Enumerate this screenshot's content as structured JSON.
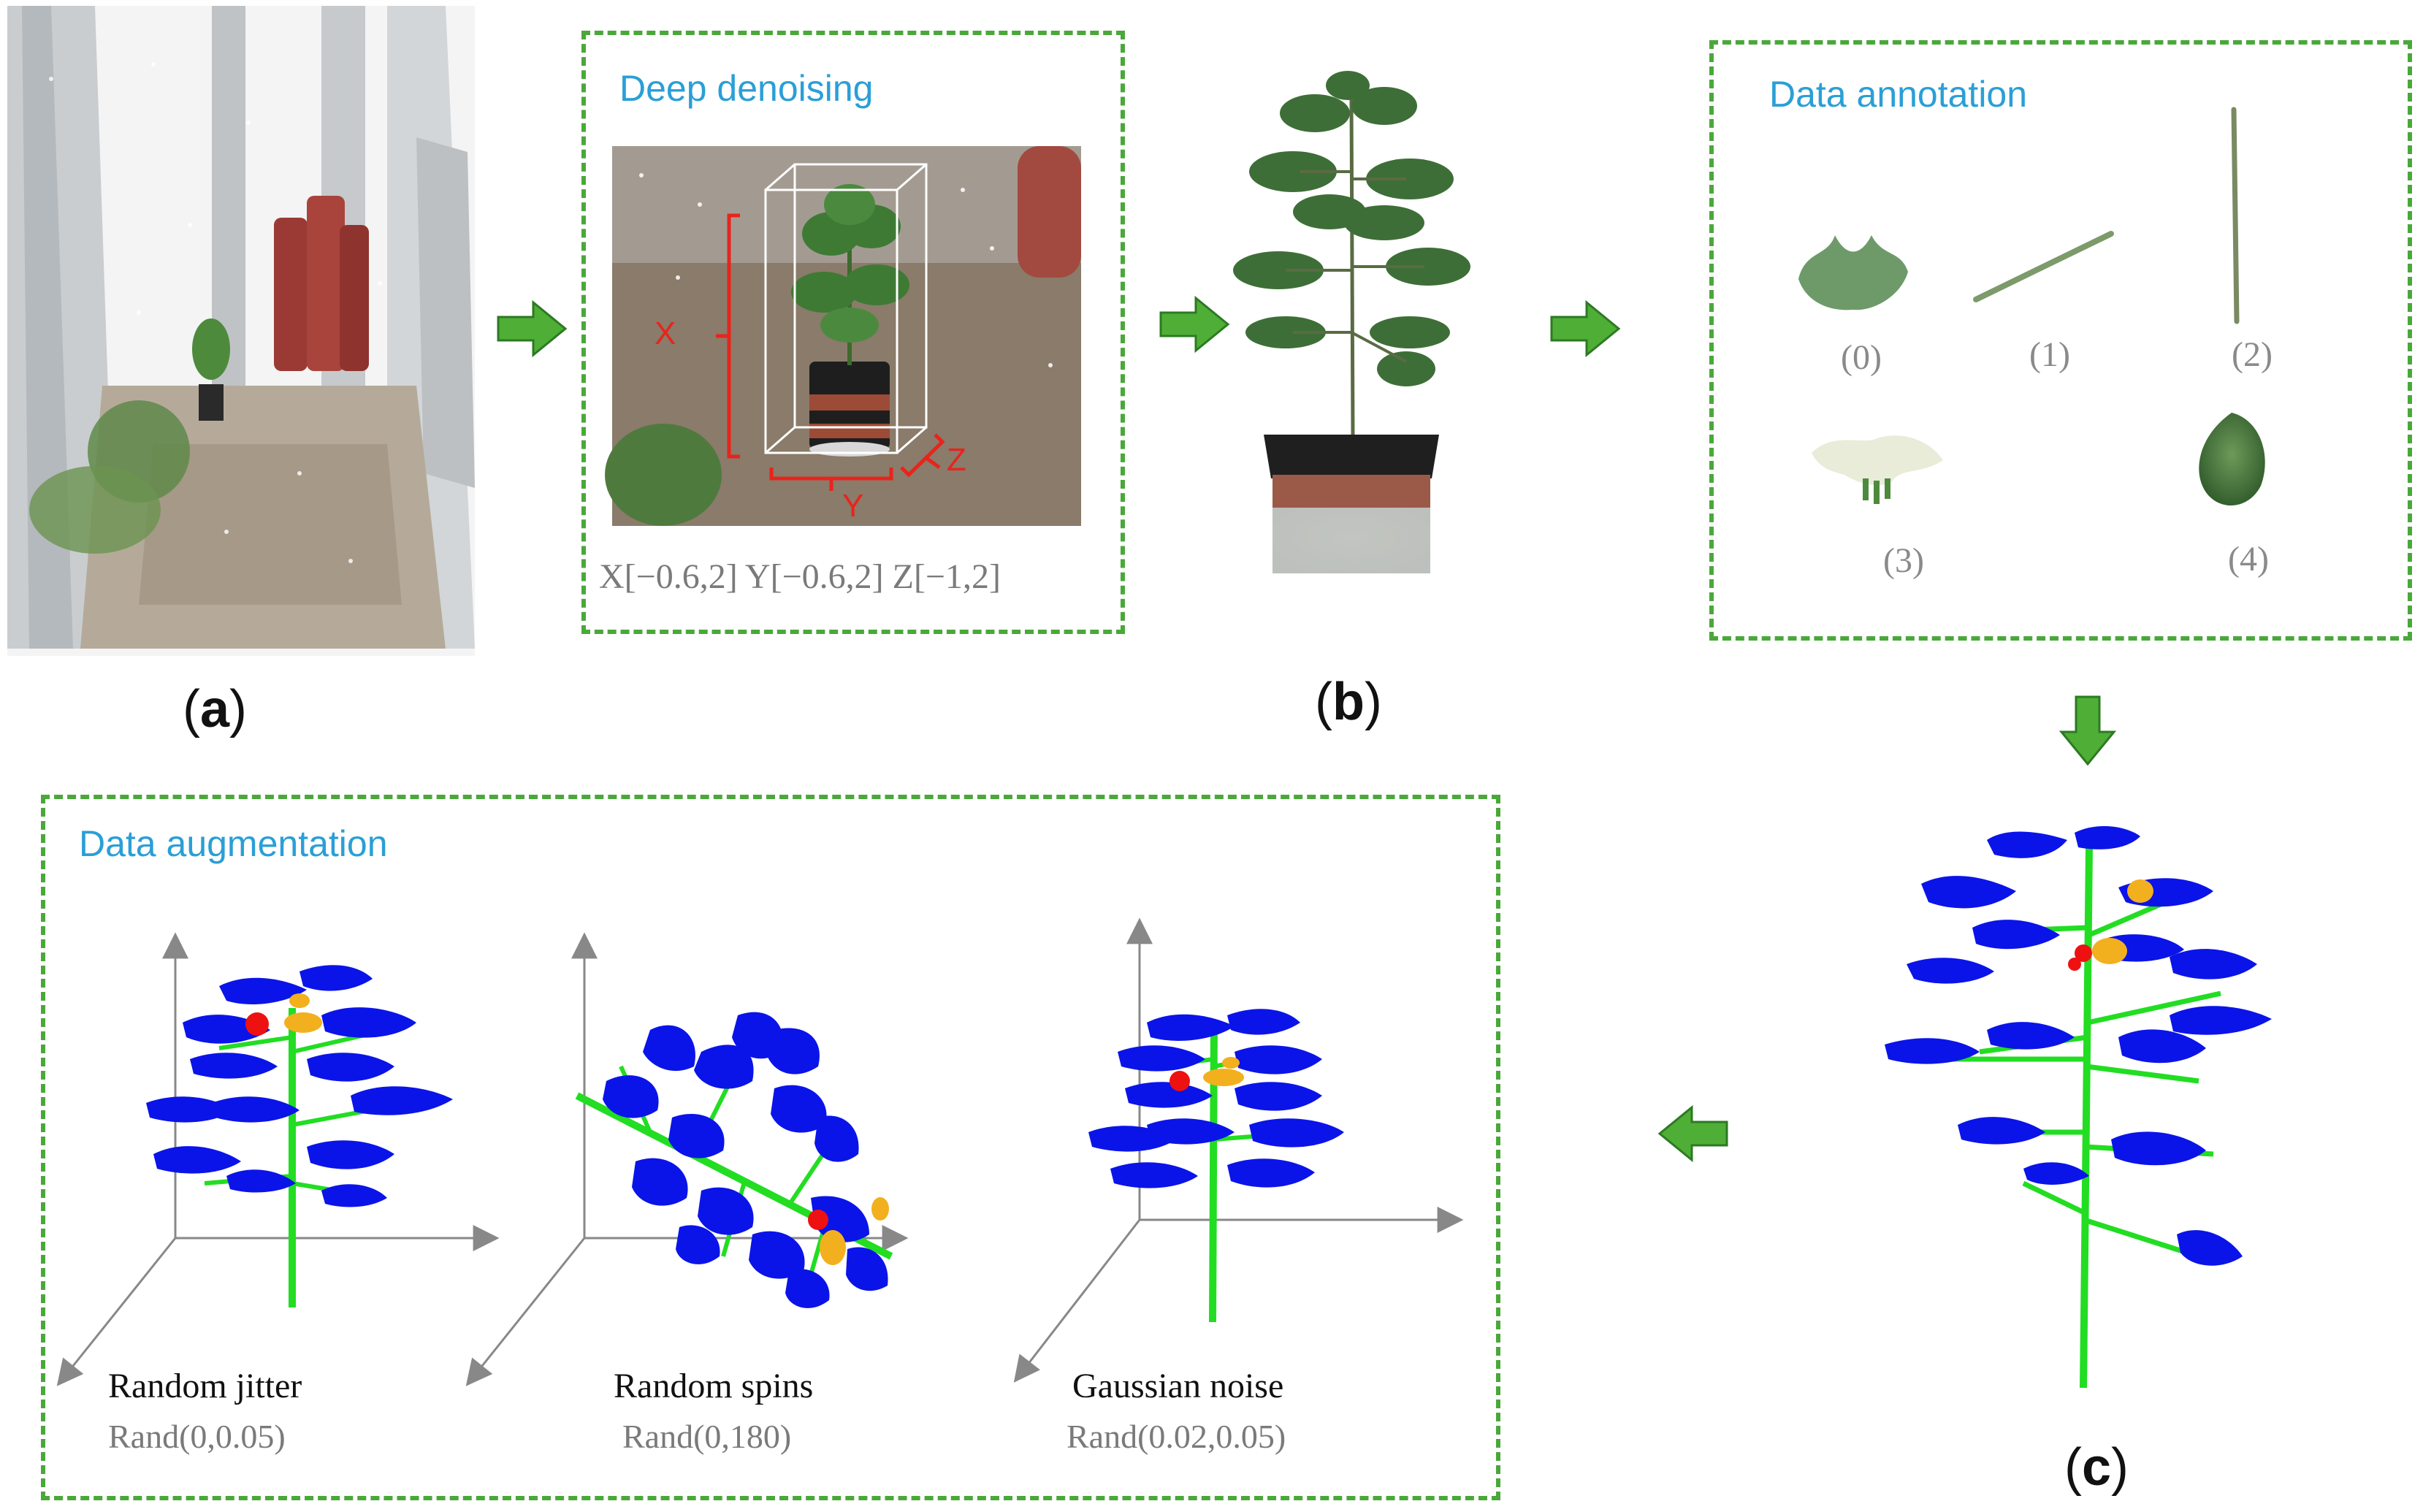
{
  "panels": {
    "a": {
      "label_open": "(",
      "label_letter": "a",
      "label_close": ")"
    },
    "b": {
      "label_open": "(",
      "label_letter": "b",
      "label_close": ")"
    },
    "c": {
      "label_open": "(",
      "label_letter": "c",
      "label_close": ")"
    }
  },
  "denoising": {
    "title": "Deep denoising",
    "axis_x": "X",
    "axis_y": "Y",
    "axis_z": "Z",
    "range_text": "X[−0.6,2] Y[−0.6,2] Z[−1,2]"
  },
  "annotation": {
    "title": "Data annotation",
    "parts": [
      "(0)",
      "(1)",
      "(2)",
      "(3)",
      "(4)"
    ]
  },
  "augmentation": {
    "title": "Data augmentation",
    "methods": [
      {
        "name": "Random jitter",
        "param": "Rand(0,0.05)"
      },
      {
        "name": "Random spins",
        "param": "Rand(0,180)"
      },
      {
        "name": "Gaussian noise",
        "param": "Rand(0.02,0.05)"
      }
    ]
  },
  "colors": {
    "box_border": "#4aa83a",
    "title_text": "#2a9fd6",
    "leaf": "#0a14e8",
    "stem": "#22dd22",
    "flower": "#f2b01e",
    "boll": "#ee1111",
    "annot_red": "#e8241c",
    "arrow_fill": "#4fae36",
    "arrow_stroke": "#2c7a22"
  }
}
